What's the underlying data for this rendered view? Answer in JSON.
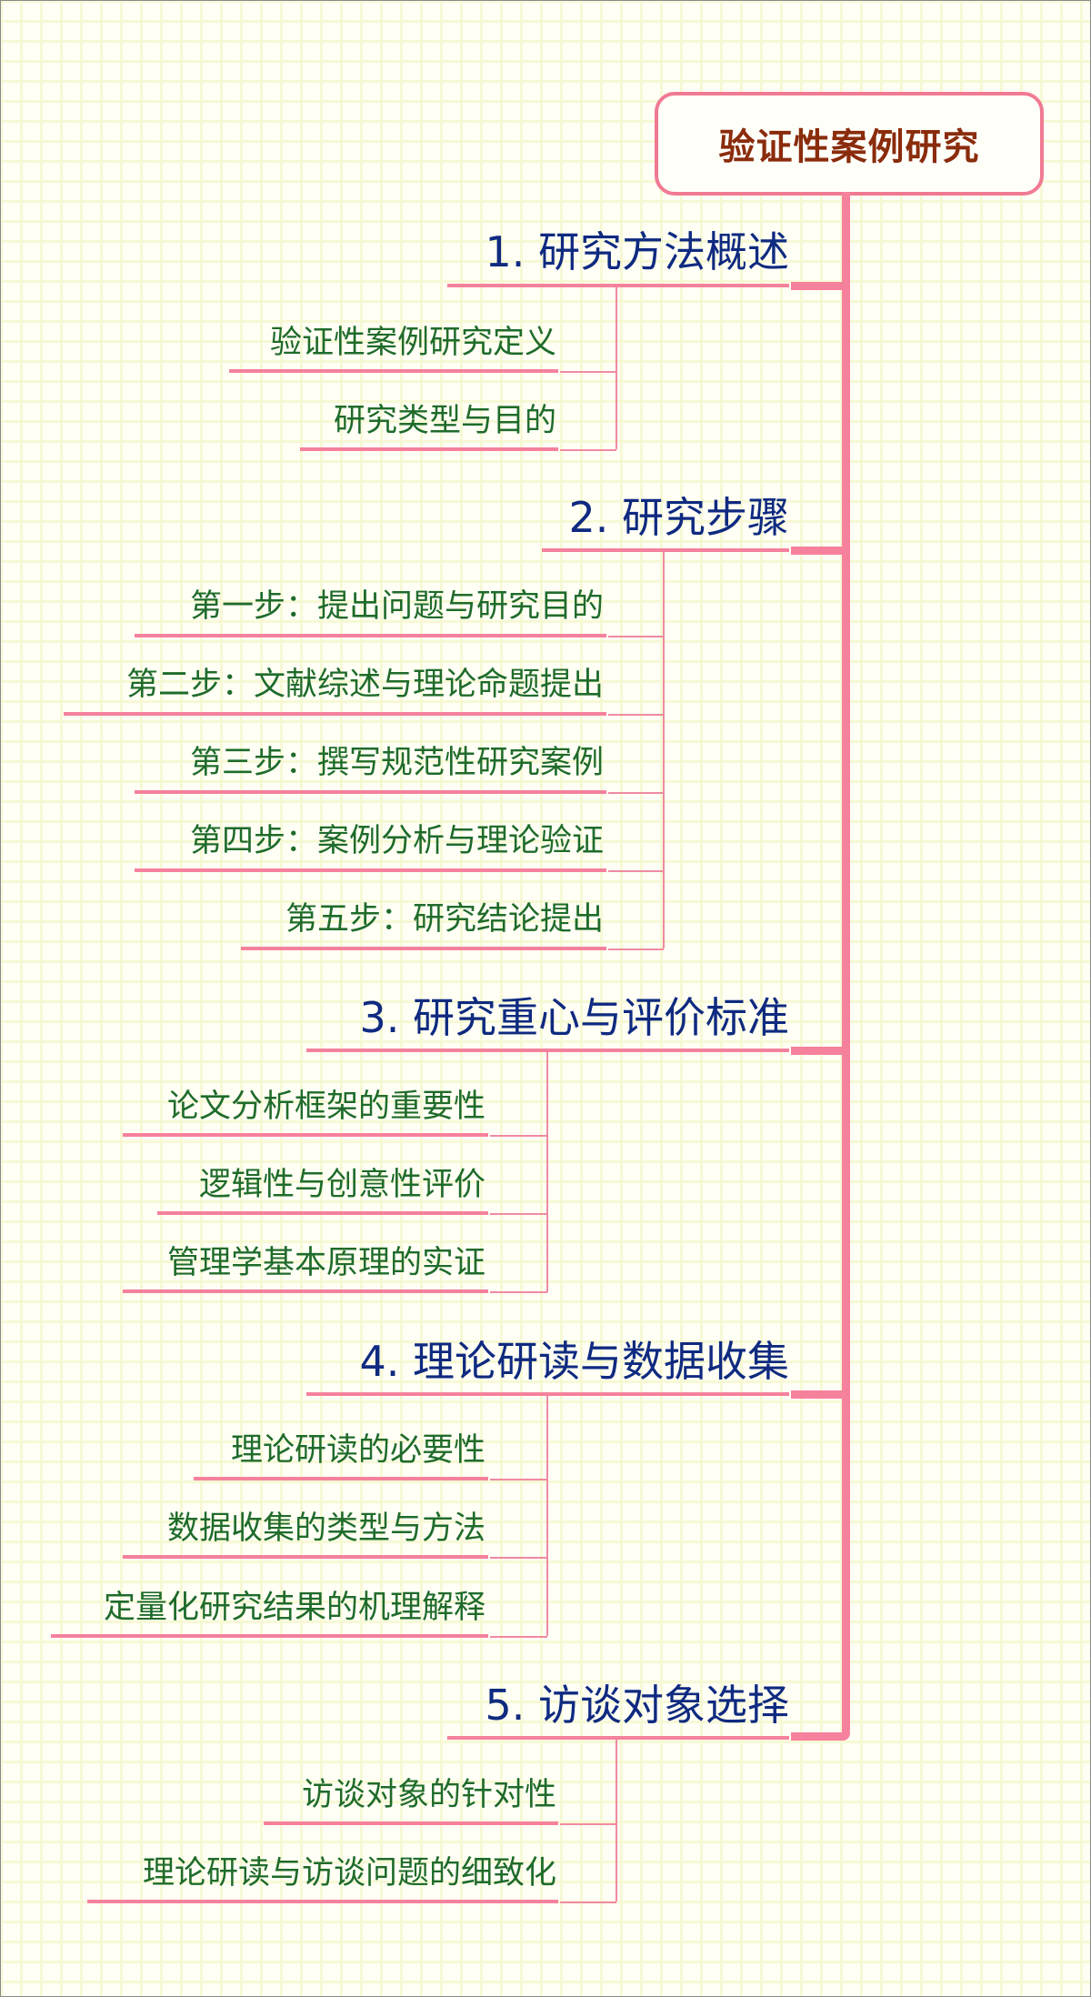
{
  "mindmap": {
    "root": {
      "label": "验证性案例研究"
    },
    "branches": [
      {
        "label": "1. 研究方法概述",
        "children": [
          "验证性案例研究定义",
          "研究类型与目的"
        ]
      },
      {
        "label": "2. 研究步骤",
        "children": [
          "第一步：提出问题与研究目的",
          "第二步：文献综述与理论命题提出",
          "第三步：撰写规范性研究案例",
          "第四步：案例分析与理论验证",
          "第五步：研究结论提出"
        ]
      },
      {
        "label": "3. 研究重心与评价标准",
        "children": [
          "论文分析框架的重要性",
          "逻辑性与创意性评价",
          "管理学基本原理的实证"
        ]
      },
      {
        "label": "4. 理论研读与数据收集",
        "children": [
          "理论研读的必要性",
          "数据收集的类型与方法",
          "定量化研究结果的机理解释"
        ]
      },
      {
        "label": "5. 访谈对象选择",
        "children": [
          "访谈对象的针对性",
          "理论研读与访谈问题的细致化"
        ]
      }
    ]
  },
  "colors": {
    "line": "#f5819c",
    "root_text": "#8a2c0c",
    "branch_text": "#0f2a80",
    "child_text": "#1f6b2b",
    "background": "#fffff6"
  }
}
